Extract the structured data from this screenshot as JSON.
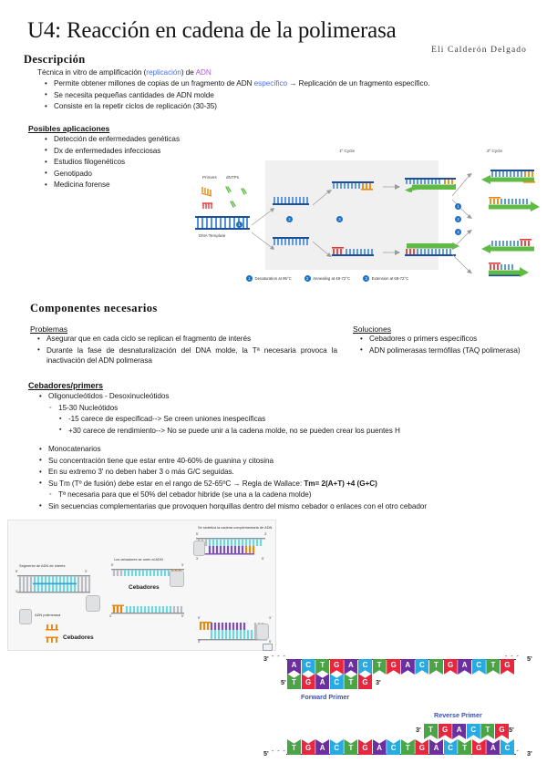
{
  "document": {
    "title": "U4: Reacción en cadena de la polimerasa",
    "author": "Eli Calderón Delgado"
  },
  "descripcion": {
    "heading": "Descripción",
    "lead_pre": "Técnica in vitro de amplificación (",
    "lead_link1": "replicación",
    "lead_mid": ") de ",
    "lead_link2": "ADN",
    "bullets": [
      {
        "pre": "Permite obtener millones de copias de un fragmento de ADN ",
        "link": "específico",
        "post": " → Replicación de un fragmento específico."
      },
      {
        "pre": "Se necesita pequeñas cantidades de ADN molde",
        "link": "",
        "post": ""
      },
      {
        "pre": "Consiste en la repetir ciclos de replicación (30-35)",
        "link": "",
        "post": ""
      }
    ]
  },
  "posibles_aplicaciones": {
    "heading": "Posibles aplicaciones",
    "items": [
      "Detección de enfermedades genéticas",
      "Dx de enfermedades infecciosas",
      "Estudios filogenéticos",
      "Genotipado",
      "Medicina forense"
    ]
  },
  "pcr_diagram": {
    "cycle1_label": "1º Cycle",
    "cycle2_label": "2º Cycle",
    "primers_label": "Primers",
    "dntps_label": "dNTPs",
    "template_label": "DNA Template",
    "legend": [
      {
        "num": "1",
        "text": "Denaturation at 95°C"
      },
      {
        "num": "2",
        "text": "Annealing at 48-72°C"
      },
      {
        "num": "3",
        "text": "Extension at 68-72°C"
      }
    ],
    "step_numbers": [
      "1",
      "2",
      "3"
    ]
  },
  "componentes": {
    "heading": "Componentes necesarios",
    "problemas_heading": "Problemas",
    "soluciones_heading": "Soluciones",
    "problemas": [
      "Asegurar que en cada ciclo se replican el fragmento de interés",
      "Durante la fase de desnaturalización del DNA molde, la Tª necesaria provoca la inactivación del ADN polimerasa"
    ],
    "soluciones": [
      "Cebadores o primers específicos",
      "ADN polimerasas termófilas (TAQ polimerasa)"
    ]
  },
  "cebadores": {
    "heading": "Cebadores/primers",
    "item1": "Oligonucleótidos - Desoxinucleótidos",
    "item1_sub1": "15-30 Nucleótidos",
    "item1_sub1_a": "-15 carece de especificad--> Se creen uniones inespecíficas",
    "item1_sub1_b": "+30 carece de rendimiento--> No se puede unir a la cadena molde, no se pueden crear los puentes H",
    "item2": "Monocatenarios",
    "item3": "Su concentración tiene que estar entre 40-60% de guanina y citosina",
    "item4": "En su extremo 3' no deben haber 3 o más G/C seguidas.",
    "item5_pre": "Su Tm (Tº de fusión) debe estar en el rango de 52-65ºC → Regla de Wallace: ",
    "item5_bold": "Tm= 2(A+T) +4 (G+C)",
    "item5_sub": "Tª necesaria para que el 50% del cebador hibride (se una a la cadena molde)",
    "item6": "Sin secuencias complementarias que provoquen horquillas dentro del mismo cebador o enlaces con el otro cebador"
  },
  "primer_figure": {
    "label_segment": "Segmento de ADN de interés",
    "label_polymerase": "ADN polimerasa",
    "label_primers": "Cebadores",
    "label_bind": "Los cebadores se unen al ADN",
    "label_primers2": "Cebadores",
    "label_synth": "Se sintetiza la cadena complementaria de ADN",
    "prime5": "5'",
    "prime3": "3'"
  },
  "sequence_figures": {
    "forward": {
      "primer_name": "Forward Primer",
      "template_label_left": "3'",
      "template_label_right": "5'",
      "primer_label_left": "5'",
      "primer_label_right": "3'",
      "template_bases": [
        "A",
        "C",
        "T",
        "G",
        "A",
        "C",
        "T",
        "G",
        "A",
        "C",
        "T",
        "G",
        "A",
        "C",
        "T",
        "G"
      ],
      "primer_bases": [
        "T",
        "G",
        "A",
        "C",
        "T",
        "G"
      ]
    },
    "reverse": {
      "primer_name": "Reverse Primer",
      "template_label_left": "5'",
      "template_label_right": "3'",
      "primer_label_left": "3'",
      "primer_label_right": "5'",
      "template_bases": [
        "T",
        "G",
        "A",
        "C",
        "T",
        "G",
        "A",
        "C",
        "T",
        "G",
        "A",
        "C",
        "T",
        "G",
        "A",
        "C"
      ],
      "primer_bases": [
        "T",
        "G",
        "A",
        "C",
        "T",
        "G"
      ]
    }
  },
  "base_colors": {
    "A": "#6B2FA0",
    "C": "#29ABE2",
    "T": "#4BA546",
    "G": "#E8273F"
  },
  "palette": {
    "link_blue": "#4a6fe8",
    "link_violet": "#b05ad8",
    "dot_blue": "#1b6fc4",
    "primer_orange": "#E8870E",
    "dna_blue": "#1F4E9C",
    "dna_green": "#5FBB46",
    "dna_teal": "#2F7FBF",
    "dna_red": "#E03A3A",
    "primer_name_color": "#3b4fb5"
  }
}
